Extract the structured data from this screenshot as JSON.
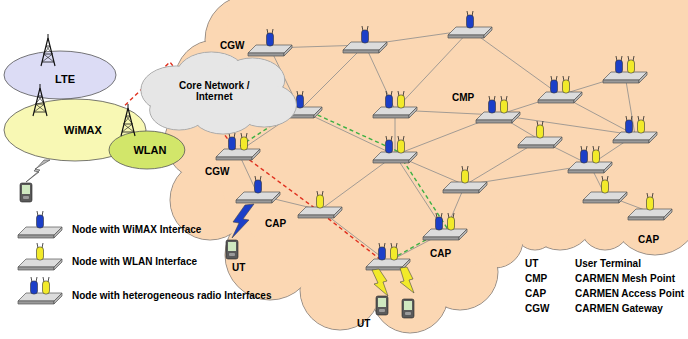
{
  "diagram": {
    "nodes": [
      {
        "text": [
          "LTE"
        ]
      },
      {
        "text": [
          "Core Network / Internet"
        ]
      },
      {
        "text": [
          "WiMAX"
        ]
      },
      {
        "text": [
          "WLAN"
        ]
      }
    ],
    "labels": [
      "CGW",
      "CMP",
      "CGW",
      "CAP",
      "CAP",
      "CAP",
      "UT",
      "UT",
      "UT",
      "User Terminal",
      "CMP",
      "CARMEN Mesh Point",
      "CAP",
      "CARMEN Access Point",
      "CGW",
      "CARMEN Gateway"
    ],
    "legend": [
      {
        "text": "Node with WiMAX Interface"
      },
      {
        "text": "Node with WLAN Interface"
      },
      {
        "text": "Node with heterogeneous radio Interfaces"
      }
    ]
  }
}
